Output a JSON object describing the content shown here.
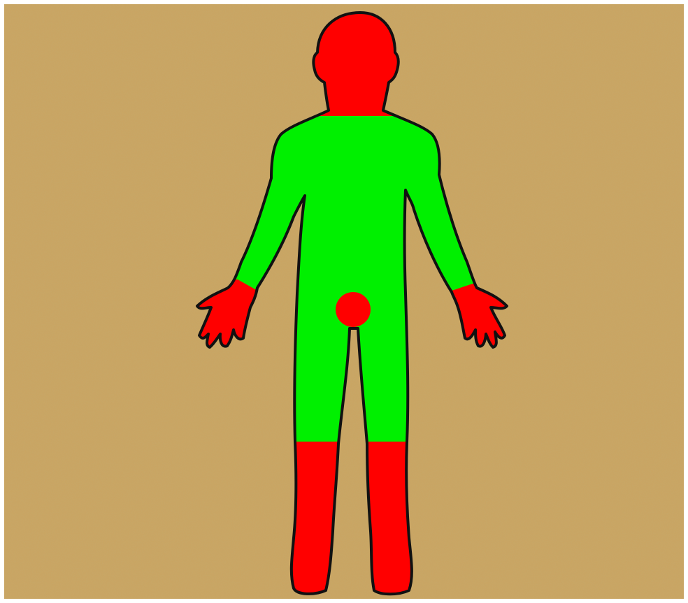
{
  "colors": {
    "background": "#c9a563",
    "speckle_dark": "#b08b4a",
    "speckle_light": "#d8b878",
    "border": "#ffffff",
    "outline": "#111111",
    "safe_zone": "#00f000",
    "red_zone": "#ff0000"
  },
  "figure": {
    "regions": [
      {
        "name": "head-and-neck",
        "color_key": "red_zone"
      },
      {
        "name": "torso-and-arms",
        "color_key": "safe_zone"
      },
      {
        "name": "left-hand",
        "color_key": "red_zone"
      },
      {
        "name": "right-hand",
        "color_key": "red_zone"
      },
      {
        "name": "groin",
        "color_key": "red_zone"
      },
      {
        "name": "left-lower-leg",
        "color_key": "red_zone"
      },
      {
        "name": "right-lower-leg",
        "color_key": "red_zone"
      }
    ]
  }
}
